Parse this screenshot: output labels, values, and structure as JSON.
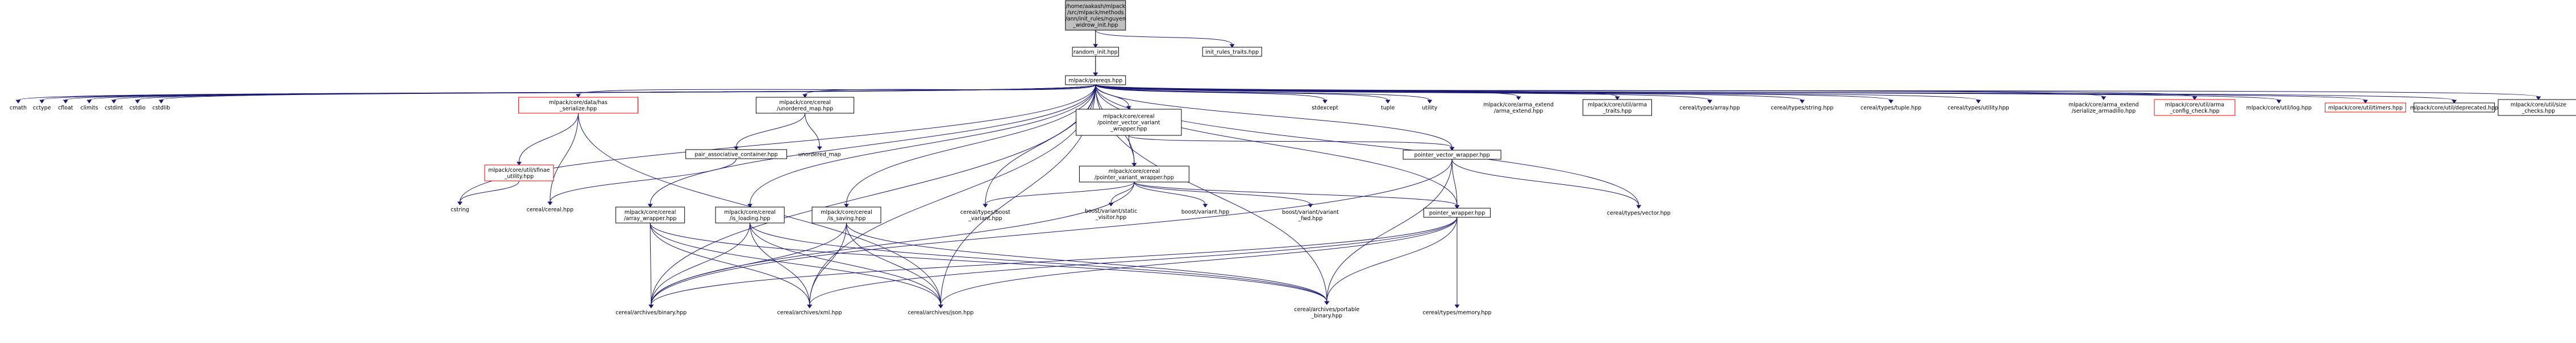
{
  "graph": {
    "colors": {
      "edge": "#191970",
      "focus_fill": "#bfbfbf",
      "box_border": "#000000",
      "missing_border": "#ff0000",
      "box_fill": "#ffffff"
    },
    "nodes": [
      {
        "id": "root",
        "style": "focus",
        "lines": [
          "/home/aakash/mlpack",
          "/src/mlpack/methods",
          "/ann/init_rules/nguyen",
          "_widrow_init.hpp"
        ]
      },
      {
        "id": "random_init",
        "style": "box",
        "lines": [
          "random_init.hpp"
        ]
      },
      {
        "id": "init_rules_traits",
        "style": "box",
        "lines": [
          "init_rules_traits.hpp"
        ]
      },
      {
        "id": "prereqs",
        "style": "box",
        "lines": [
          "mlpack/prereqs.hpp"
        ]
      },
      {
        "id": "cmath",
        "style": "plain",
        "lines": [
          "cmath"
        ]
      },
      {
        "id": "cctype",
        "style": "plain",
        "lines": [
          "cctype"
        ]
      },
      {
        "id": "cfloat",
        "style": "plain",
        "lines": [
          "cfloat"
        ]
      },
      {
        "id": "climits",
        "style": "plain",
        "lines": [
          "climits"
        ]
      },
      {
        "id": "cstdint",
        "style": "plain",
        "lines": [
          "cstdint"
        ]
      },
      {
        "id": "cstdio",
        "style": "plain",
        "lines": [
          "cstdio"
        ]
      },
      {
        "id": "cstdlib",
        "style": "plain",
        "lines": [
          "cstdlib"
        ]
      },
      {
        "id": "has_serialize",
        "style": "missing",
        "lines": [
          "mlpack/core/data/has",
          "_serialize.hpp"
        ]
      },
      {
        "id": "unordered_map_hpp",
        "style": "box",
        "lines": [
          "mlpack/core/cereal",
          "/unordered_map.hpp"
        ]
      },
      {
        "id": "pointer_vector_variant",
        "style": "box",
        "lines": [
          "mlpack/core/cereal",
          "/pointer_vector_variant",
          "_wrapper.hpp"
        ]
      },
      {
        "id": "stdexcept",
        "style": "plain",
        "lines": [
          "stdexcept"
        ]
      },
      {
        "id": "tuple",
        "style": "plain",
        "lines": [
          "tuple"
        ]
      },
      {
        "id": "utility",
        "style": "plain",
        "lines": [
          "utility"
        ]
      },
      {
        "id": "arma_extend",
        "style": "plain",
        "lines": [
          "mlpack/core/arma_extend",
          "/arma_extend.hpp"
        ]
      },
      {
        "id": "arma_traits",
        "style": "box",
        "lines": [
          "mlpack/core/util/arma",
          "_traits.hpp"
        ]
      },
      {
        "id": "cereal_array",
        "style": "plain",
        "lines": [
          "cereal/types/array.hpp"
        ]
      },
      {
        "id": "cereal_string",
        "style": "plain",
        "lines": [
          "cereal/types/string.hpp"
        ]
      },
      {
        "id": "cereal_tuple",
        "style": "plain",
        "lines": [
          "cereal/types/tuple.hpp"
        ]
      },
      {
        "id": "cereal_utility",
        "style": "plain",
        "lines": [
          "cereal/types/utility.hpp"
        ]
      },
      {
        "id": "serialize_armadillo",
        "style": "plain",
        "lines": [
          "mlpack/core/arma_extend",
          "/serialize_armadillo.hpp"
        ]
      },
      {
        "id": "arma_config_check",
        "style": "missing",
        "lines": [
          "mlpack/core/util/arma",
          "_config_check.hpp"
        ]
      },
      {
        "id": "log_hpp",
        "style": "plain",
        "lines": [
          "mlpack/core/util/log.hpp"
        ]
      },
      {
        "id": "timers",
        "style": "missing",
        "lines": [
          "mlpack/core/util/timers.hpp"
        ]
      },
      {
        "id": "deprecated",
        "style": "box",
        "lines": [
          "mlpack/core/util/deprecated.hpp"
        ]
      },
      {
        "id": "size_checks",
        "style": "box",
        "lines": [
          "mlpack/core/util/size",
          "_checks.hpp"
        ]
      },
      {
        "id": "sfinae_utility",
        "style": "missing",
        "lines": [
          "mlpack/core/util/sfinae",
          "_utility.hpp"
        ]
      },
      {
        "id": "pair_associative",
        "style": "box",
        "lines": [
          "pair_associative_container.hpp"
        ]
      },
      {
        "id": "unordered_map",
        "style": "plain",
        "lines": [
          "unordered_map"
        ]
      },
      {
        "id": "pointer_vector_wrapper",
        "style": "box",
        "lines": [
          "pointer_vector_wrapper.hpp"
        ]
      },
      {
        "id": "pointer_variant_wrapper",
        "style": "box",
        "lines": [
          "mlpack/core/cereal",
          "/pointer_variant_wrapper.hpp"
        ]
      },
      {
        "id": "cstring",
        "style": "plain",
        "lines": [
          "cstring"
        ]
      },
      {
        "id": "cereal_hpp",
        "style": "plain",
        "lines": [
          "cereal/cereal.hpp"
        ]
      },
      {
        "id": "array_wrapper",
        "style": "box",
        "lines": [
          "mlpack/core/cereal",
          "/array_wrapper.hpp"
        ]
      },
      {
        "id": "is_loading",
        "style": "box",
        "lines": [
          "mlpack/core/cereal",
          "/is_loading.hpp"
        ]
      },
      {
        "id": "is_saving",
        "style": "box",
        "lines": [
          "mlpack/core/cereal",
          "/is_saving.hpp"
        ]
      },
      {
        "id": "boost_variant_cereal",
        "style": "plain",
        "lines": [
          "cereal/types/boost",
          "_variant.hpp"
        ]
      },
      {
        "id": "static_visitor",
        "style": "plain",
        "lines": [
          "boost/variant/static",
          "_visitor.hpp"
        ]
      },
      {
        "id": "boost_variant",
        "style": "plain",
        "lines": [
          "boost/variant.hpp"
        ]
      },
      {
        "id": "variant_fwd",
        "style": "plain",
        "lines": [
          "boost/variant/variant",
          "_fwd.hpp"
        ]
      },
      {
        "id": "pointer_wrapper",
        "style": "box",
        "lines": [
          "pointer_wrapper.hpp"
        ]
      },
      {
        "id": "cereal_vector",
        "style": "plain",
        "lines": [
          "cereal/types/vector.hpp"
        ]
      },
      {
        "id": "binary",
        "style": "plain",
        "lines": [
          "cereal/archives/binary.hpp"
        ]
      },
      {
        "id": "xml",
        "style": "plain",
        "lines": [
          "cereal/archives/xml.hpp"
        ]
      },
      {
        "id": "json",
        "style": "plain",
        "lines": [
          "cereal/archives/json.hpp"
        ]
      },
      {
        "id": "portable_binary",
        "style": "plain",
        "lines": [
          "cereal/archives/portable",
          "_binary.hpp"
        ]
      },
      {
        "id": "cereal_memory",
        "style": "plain",
        "lines": [
          "cereal/types/memory.hpp"
        ]
      }
    ],
    "edges": [
      [
        "root",
        "random_init"
      ],
      [
        "root",
        "init_rules_traits"
      ],
      [
        "root",
        "prereqs"
      ],
      [
        "random_init",
        "prereqs"
      ],
      [
        "prereqs",
        "cmath"
      ],
      [
        "prereqs",
        "cctype"
      ],
      [
        "prereqs",
        "cfloat"
      ],
      [
        "prereqs",
        "climits"
      ],
      [
        "prereqs",
        "cstdint"
      ],
      [
        "prereqs",
        "cstdio"
      ],
      [
        "prereqs",
        "cstdlib"
      ],
      [
        "prereqs",
        "has_serialize"
      ],
      [
        "prereqs",
        "unordered_map_hpp"
      ],
      [
        "prereqs",
        "pointer_vector_variant"
      ],
      [
        "prereqs",
        "stdexcept"
      ],
      [
        "prereqs",
        "tuple"
      ],
      [
        "prereqs",
        "utility"
      ],
      [
        "prereqs",
        "arma_extend"
      ],
      [
        "prereqs",
        "arma_traits"
      ],
      [
        "prereqs",
        "cereal_array"
      ],
      [
        "prereqs",
        "cereal_string"
      ],
      [
        "prereqs",
        "cereal_tuple"
      ],
      [
        "prereqs",
        "cereal_utility"
      ],
      [
        "prereqs",
        "serialize_armadillo"
      ],
      [
        "prereqs",
        "arma_config_check"
      ],
      [
        "prereqs",
        "log_hpp"
      ],
      [
        "prereqs",
        "timers"
      ],
      [
        "prereqs",
        "deprecated"
      ],
      [
        "prereqs",
        "size_checks"
      ],
      [
        "prereqs",
        "cstring"
      ],
      [
        "prereqs",
        "array_wrapper"
      ],
      [
        "prereqs",
        "is_loading"
      ],
      [
        "prereqs",
        "is_saving"
      ],
      [
        "prereqs",
        "pointer_variant_wrapper"
      ],
      [
        "prereqs",
        "boost_variant_cereal"
      ],
      [
        "prereqs",
        "pointer_wrapper"
      ],
      [
        "prereqs",
        "pointer_vector_wrapper"
      ],
      [
        "prereqs",
        "cereal_vector"
      ],
      [
        "prereqs",
        "binary"
      ],
      [
        "prereqs",
        "xml"
      ],
      [
        "prereqs",
        "json"
      ],
      [
        "prereqs",
        "portable_binary"
      ],
      [
        "has_serialize",
        "sfinae_utility"
      ],
      [
        "has_serialize",
        "cereal_hpp"
      ],
      [
        "has_serialize",
        "json"
      ],
      [
        "sfinae_utility",
        "cstring"
      ],
      [
        "unordered_map_hpp",
        "pair_associative"
      ],
      [
        "unordered_map_hpp",
        "unordered_map"
      ],
      [
        "pair_associative",
        "cereal_hpp"
      ],
      [
        "pointer_vector_variant",
        "pointer_variant_wrapper"
      ],
      [
        "pointer_vector_variant",
        "pointer_vector_wrapper"
      ],
      [
        "pointer_variant_wrapper",
        "boost_variant_cereal"
      ],
      [
        "pointer_variant_wrapper",
        "static_visitor"
      ],
      [
        "pointer_variant_wrapper",
        "boost_variant"
      ],
      [
        "pointer_variant_wrapper",
        "variant_fwd"
      ],
      [
        "pointer_variant_wrapper",
        "pointer_wrapper"
      ],
      [
        "pointer_variant_wrapper",
        "binary"
      ],
      [
        "pointer_vector_wrapper",
        "pointer_wrapper"
      ],
      [
        "pointer_vector_wrapper",
        "cereal_vector"
      ],
      [
        "pointer_vector_wrapper",
        "binary"
      ],
      [
        "pointer_vector_wrapper",
        "portable_binary"
      ],
      [
        "pointer_wrapper",
        "cereal_memory"
      ],
      [
        "pointer_wrapper",
        "binary"
      ],
      [
        "pointer_wrapper",
        "xml"
      ],
      [
        "pointer_wrapper",
        "json"
      ],
      [
        "pointer_wrapper",
        "portable_binary"
      ],
      [
        "array_wrapper",
        "binary"
      ],
      [
        "array_wrapper",
        "xml"
      ],
      [
        "array_wrapper",
        "json"
      ],
      [
        "array_wrapper",
        "portable_binary"
      ],
      [
        "is_loading",
        "binary"
      ],
      [
        "is_loading",
        "xml"
      ],
      [
        "is_loading",
        "json"
      ],
      [
        "is_loading",
        "portable_binary"
      ],
      [
        "is_saving",
        "binary"
      ],
      [
        "is_saving",
        "xml"
      ],
      [
        "is_saving",
        "json"
      ],
      [
        "is_saving",
        "portable_binary"
      ]
    ]
  }
}
